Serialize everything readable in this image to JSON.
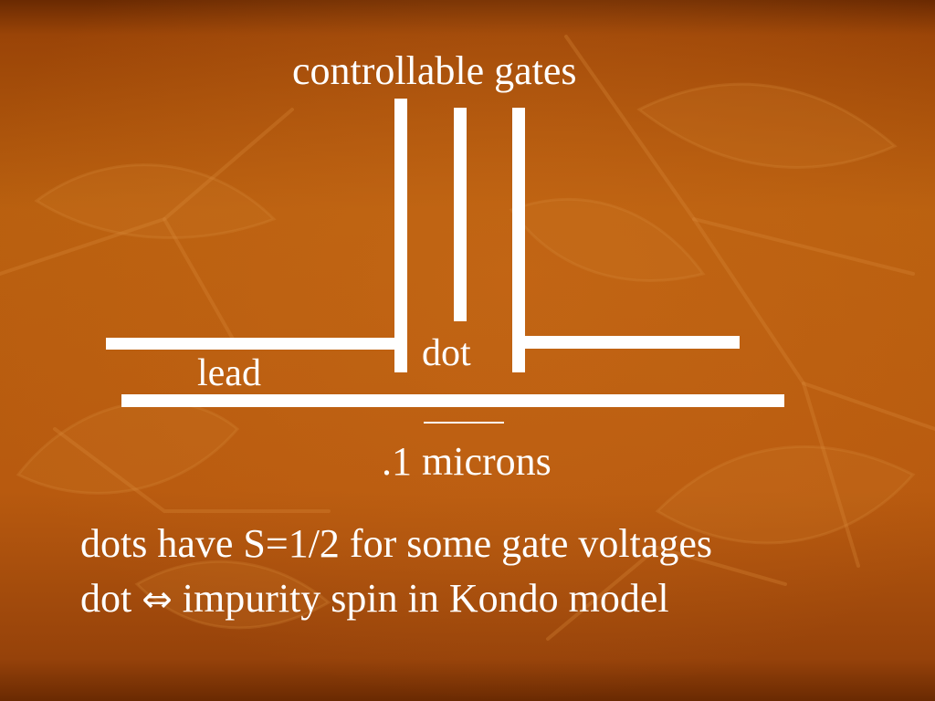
{
  "slide": {
    "background_color": "#b5590f",
    "accent_color": "#ffffff"
  },
  "diagram": {
    "title": "controllable gates",
    "dot_label": "dot",
    "lead_label": "lead",
    "scale_label": ".1 microns"
  },
  "caption": {
    "line1": "dots have S=1/2 for some gate voltages",
    "line2_prefix": "dot ",
    "line2_arrow": "⇔",
    "line2_suffix": " impurity spin in Kondo model"
  }
}
